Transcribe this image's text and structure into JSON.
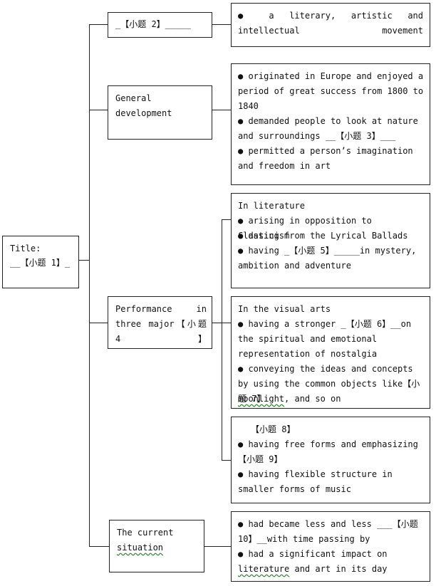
{
  "title_box": {
    "label": "Title:",
    "blank": "__【小题 1】_"
  },
  "b1": {
    "label": "_【小题 2】_____",
    "bullets": [
      "a literary, artistic and intellectual movement"
    ]
  },
  "b2": {
    "label": "General development",
    "bullets": [
      "originated in Europe and enjoyed a period of great success from 1800 to 1840",
      "demanded people to look at nature and surroundings __【小题 3】___",
      "permitted a person’s imagination and freedom in art"
    ]
  },
  "b3": {
    "label": "Performance in three major【小题 4】",
    "literature": {
      "heading": "In literature",
      "bullets": [
        "arising in opposition to Classicism",
        "dating from the Lyrical Ballads",
        "having _【小题 5】_____in mystery, ambition and adventure"
      ]
    },
    "visual": {
      "heading": "In the visual arts",
      "bullets": [
        "having a stronger _【小题 6】__on the spiritual and emotional representation of nostalgia",
        "conveying the ideas and concepts by using the common objects like【小题 7】"
      ],
      "tail_word": "moonlight",
      "tail_rest": ", and so on"
    },
    "music": {
      "heading": "【小题 8】",
      "bullets": [
        "having free forms and emphasizing 【小题 9】",
        "having flexible structure in smaller forms of music"
      ]
    }
  },
  "b4": {
    "label_line1": "The current",
    "label_line2": "situation",
    "bullets": [
      "had became less and less ___【小题 10】__with time passing by",
      "had a significant impact on"
    ],
    "tail_word": "literature",
    "tail_rest": " and art in its day"
  }
}
